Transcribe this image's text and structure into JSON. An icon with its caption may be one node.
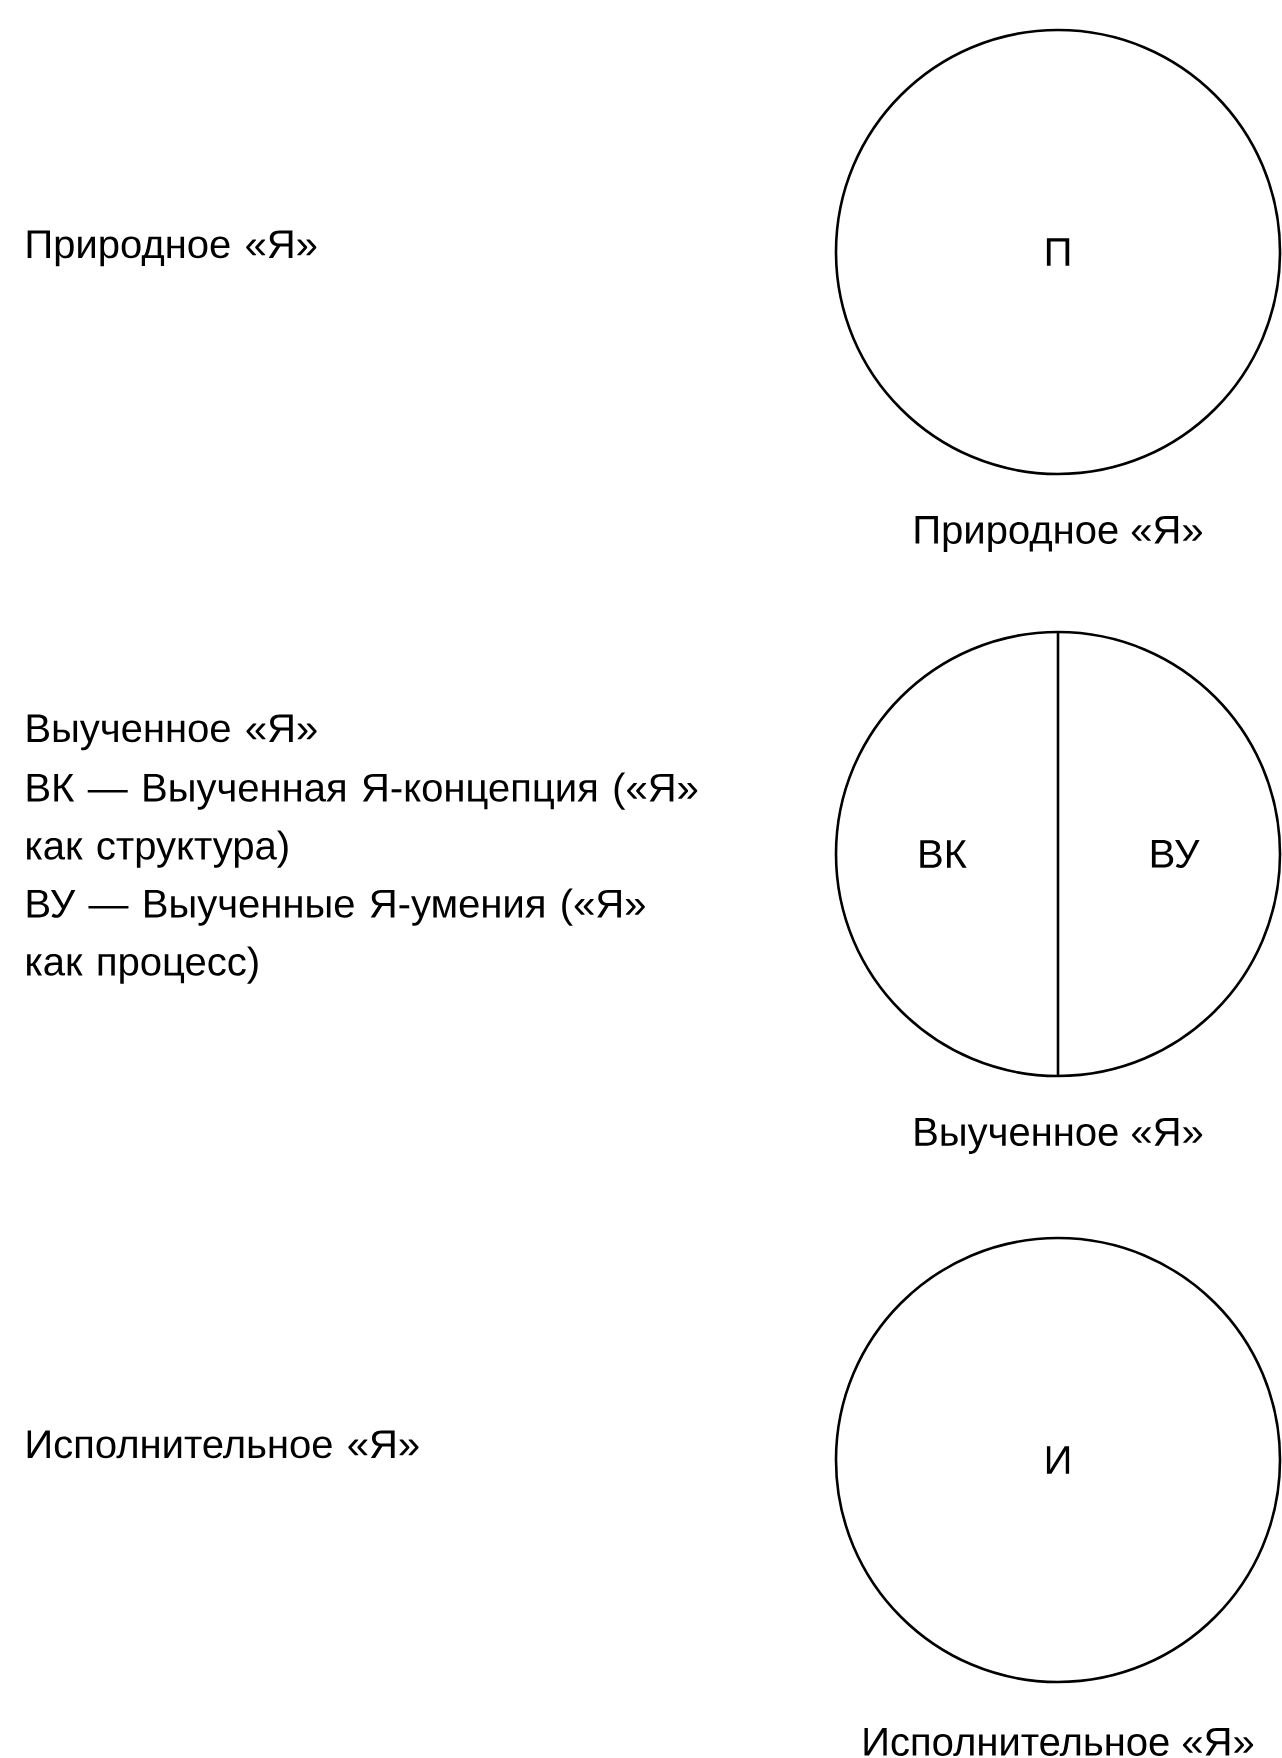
{
  "diagram": {
    "nodes": [
      {
        "text": [
          "П"
        ],
        "beside": [
          "Природное «Я»"
        ]
      },
      {
        "text": [
          "ВК",
          "ВУ"
        ],
        "beside": [
          "Выученное «Я»"
        ]
      },
      {
        "text": [
          "И"
        ],
        "beside": [
          "Исполнительное «Я»"
        ]
      }
    ],
    "edges": [],
    "labels": [
      "Природное «Я»",
      "Выученное «Я»",
      "ВК — Выученная Я-концепция («Я» как структура)",
      "ВУ — Выученные Я-умения («Я» как процесс)",
      "Исполнительное «Я»"
    ]
  }
}
